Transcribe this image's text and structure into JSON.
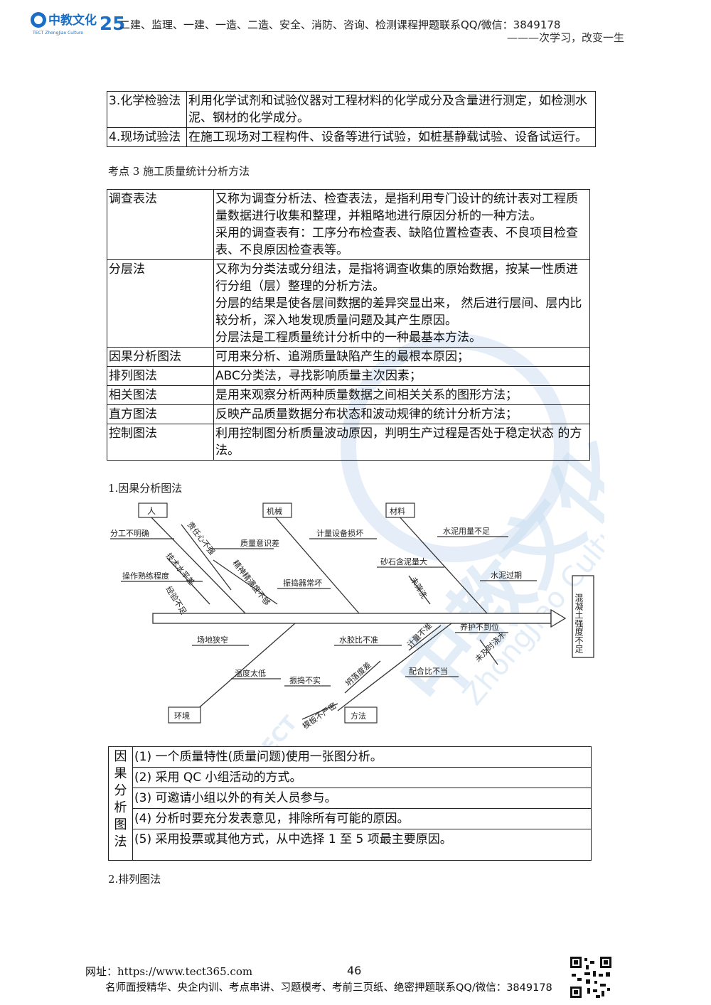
{
  "header": {
    "logo_text": "中教文化",
    "logo_sub": "TECT ZhongJiao Culture",
    "line1": "二建、监理、一建、一造、二造、安全、消防、咨询、检测课程押题联系QQ/微信：3849178",
    "line2": "———次学习，改变一生"
  },
  "table_methods": [
    {
      "key": "3.化学检验法",
      "value": "利用化学试剂和试验仪器对工程材料的化学成分及含量进行测定，如检测水泥、钢材的化学成分。"
    },
    {
      "key": "4.现场试验法",
      "value": "在施工现场对工程构件、设备等进行试验，如桩基静载试验、设备试运行。"
    }
  ],
  "section3_title": "考点 3  施工质量统计分析方法",
  "table_stats": [
    {
      "key": "调查表法",
      "lines": [
        "又称为调查分析法、检查表法，是指利用专门设计的统计表对工程质量数据进行收集和整理，并粗略地进行原因分析的一种方法。",
        "采用的调查表有：工序分布检查表、缺陷位置检查表、不良项目检查表、不良原因检查表等。"
      ]
    },
    {
      "key": "分层法",
      "lines": [
        "又称为分类法或分组法，是指将调查收集的原始数据，按某一性质进行分组（层）整理的分析方法。",
        "分层的结果是使各层间数据的差异突显出来， 然后进行层间、层内比较分析，深入地发现质量问题及其产生原因。",
        "分层法是工程质量统计分析中的一种最基本方法。"
      ]
    },
    {
      "key": "因果分析图法",
      "lines": [
        "可用来分析、追溯质量缺陷产生的最根本原因；"
      ]
    },
    {
      "key": "排列图法",
      "lines": [
        "ABC分类法，寻找影响质量主次因素；"
      ]
    },
    {
      "key": "相关图法",
      "lines": [
        "是用来观察分析两种质量数据之间相关关系的图形方法；"
      ]
    },
    {
      "key": "直方图法",
      "lines": [
        "反映产品质量数据分布状态和波动规律的统计分析方法；"
      ]
    },
    {
      "key": "控制图法",
      "lines": [
        "利用控制图分析质量波动原因，判明生产过程是否处于稳定状态 的方法。"
      ]
    }
  ],
  "sub1_title": "1.因果分析图法",
  "fishbone": {
    "effect": "混凝土强度不足",
    "categories": [
      "人",
      "机械",
      "材料",
      "环境",
      "方法"
    ],
    "causes": {
      "ren": [
        "分工不明确",
        "责任心不强",
        "技术水平差",
        "质量意识差",
        "操作熟练程度",
        "精神精满度不够",
        "经验不足"
      ],
      "jixie": [
        "计量设备损坏",
        "振捣器常坏"
      ],
      "cailiao": [
        "水泥用量不足",
        "砂石含泥量大",
        "未筛洗",
        "水泥过期"
      ],
      "huanjing": [
        "场地狭窄",
        "温度太低"
      ],
      "fangfa": [
        "水胶比不准",
        "计量不准",
        "养护不到位",
        "未及时浇水",
        "坍落度差",
        "配合比不当",
        "振捣不实",
        "模板不严密"
      ]
    }
  },
  "table_fishbone": {
    "side": [
      "因",
      "果",
      "分",
      "析",
      "图",
      "法"
    ],
    "rows": [
      "(1) 一个质量特性(质量问题)使用一张图分析。",
      "(2) 采用 QC 小组活动的方式。",
      "(3) 可邀请小组以外的有关人员参与。",
      "(4) 分析时要充分发表意见，排除所有可能的原因。",
      "(5) 采用投票或其他方式，从中选择 1 至 5 项最主要原因。"
    ]
  },
  "sub2_title": "2.排列图法",
  "footer": {
    "url": "网址：https://www.tect365.com",
    "page": "46",
    "line": "名师面授精华、央企内训、考点串讲、习题模考、考前三页纸、绝密押题联系QQ/微信：3849178"
  },
  "watermark": {
    "text": "中教文化",
    "sub": "ZhongJiao Culture",
    "brand": "TECT"
  }
}
